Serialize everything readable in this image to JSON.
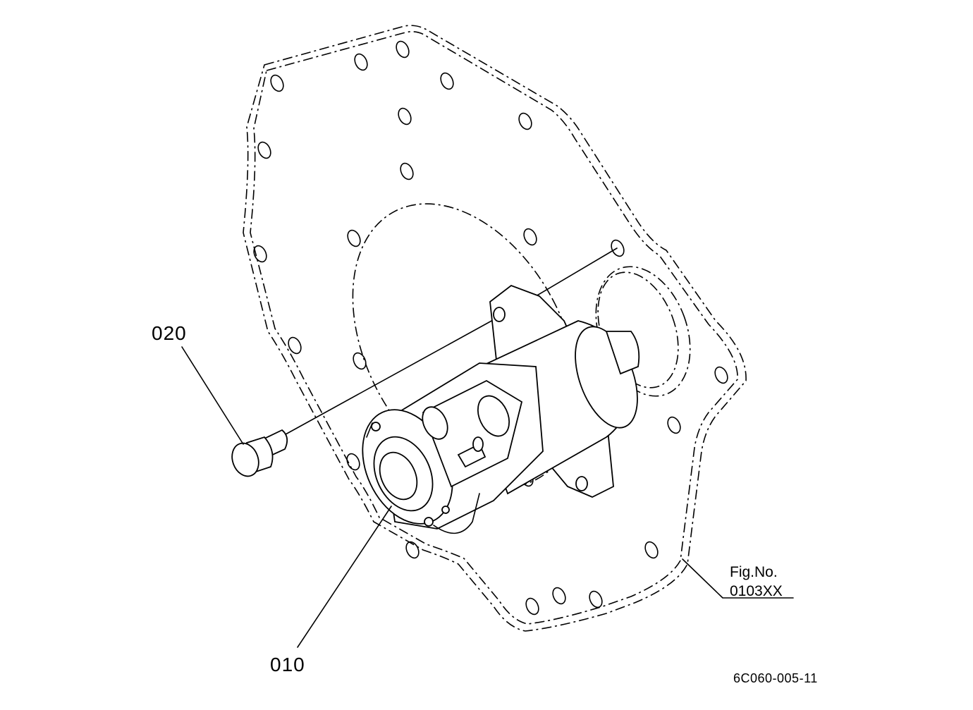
{
  "diagram": {
    "callouts": [
      {
        "id": "starter",
        "label": "010"
      },
      {
        "id": "bolt",
        "label": "020"
      }
    ],
    "figure_ref": {
      "line1": "Fig.No.",
      "line2": "0103XX"
    },
    "drawing_code": "6C060-005-11"
  }
}
